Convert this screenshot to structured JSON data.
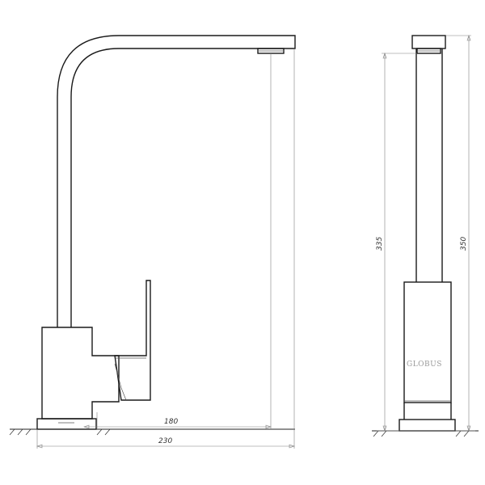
{
  "dimensions": {
    "spout_reach": "180",
    "total_width": "230",
    "spout_height": "335",
    "total_height": "350"
  },
  "brand": "GLOBUS",
  "views": [
    "front-view",
    "side-view"
  ]
}
